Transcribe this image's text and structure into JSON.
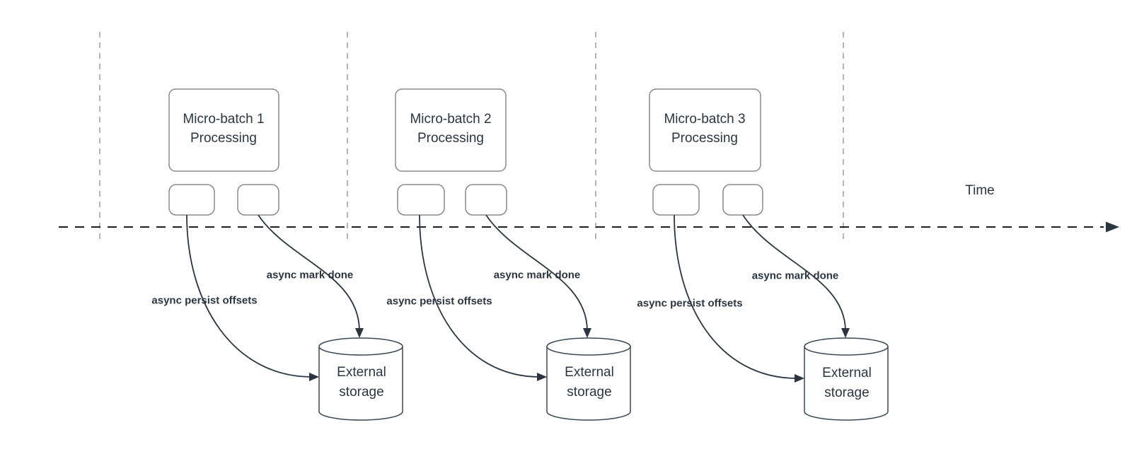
{
  "diagram": {
    "time_label": "Time",
    "groups": [
      {
        "title_line1": "Micro-batch 1",
        "title_line2": "Processing",
        "persist_label": "async persist offsets",
        "done_label": "async mark done",
        "storage_line1": "External",
        "storage_line2": "storage"
      },
      {
        "title_line1": "Micro-batch 2",
        "title_line2": "Processing",
        "persist_label": "async persist offsets",
        "done_label": "async mark done",
        "storage_line1": "External",
        "storage_line2": "storage"
      },
      {
        "title_line1": "Micro-batch 3",
        "title_line2": "Processing",
        "persist_label": "async persist offsets",
        "done_label": "async mark done",
        "storage_line1": "External",
        "storage_line2": "storage"
      }
    ],
    "colors": {
      "text": "#2b3540",
      "arrow": "#2b3540",
      "axis": "#1f1f1f",
      "grid_line": "#b5b5b5",
      "box_border": "#8a8a8a",
      "cylinder_border": "#3d4752"
    }
  }
}
